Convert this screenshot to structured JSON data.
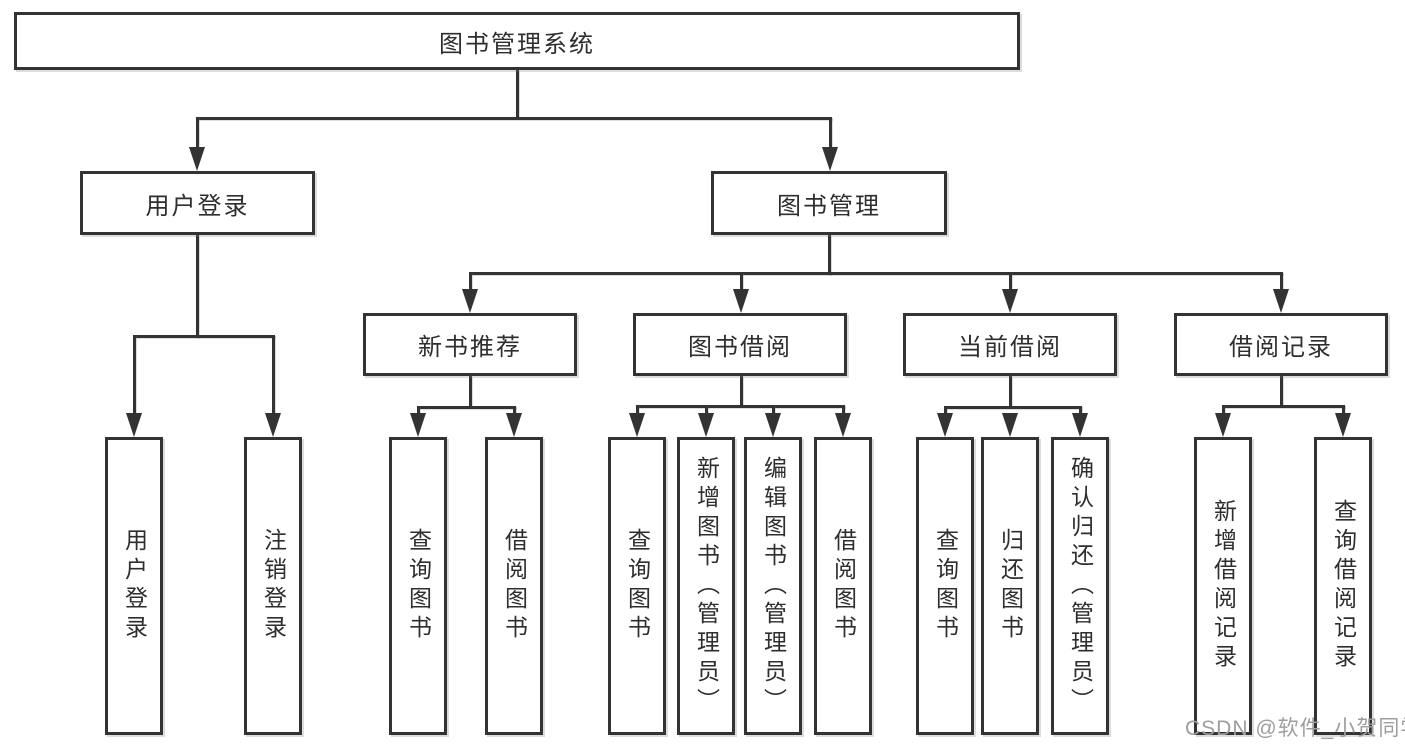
{
  "diagram": {
    "root": "图书管理系统",
    "level2": {
      "user_login": "用户登录",
      "book_management": "图书管理"
    },
    "level3": {
      "new_book_recommend": "新书推荐",
      "book_borrow": "图书借阅",
      "current_borrow": "当前借阅",
      "borrow_records": "借阅记录"
    },
    "leaves": {
      "user_login": [
        "用户登录",
        "注销登录"
      ],
      "new_book_recommend": [
        "查询图书",
        "借阅图书"
      ],
      "book_borrow": [
        "查询图书",
        "新增图书（管理员）",
        "编辑图书（管理员）",
        "借阅图书"
      ],
      "current_borrow": [
        "查询图书",
        "归还图书",
        "确认归还（管理员）"
      ],
      "borrow_records": [
        "新增借阅记录",
        "查询借阅记录"
      ]
    },
    "watermark": "CSDN @软件_小贺同学"
  },
  "colors": {
    "line": "#333333",
    "box_border": "#333333",
    "text": "#2e2e2e",
    "watermark": "#9e9e9e",
    "background": "#ffffff"
  }
}
